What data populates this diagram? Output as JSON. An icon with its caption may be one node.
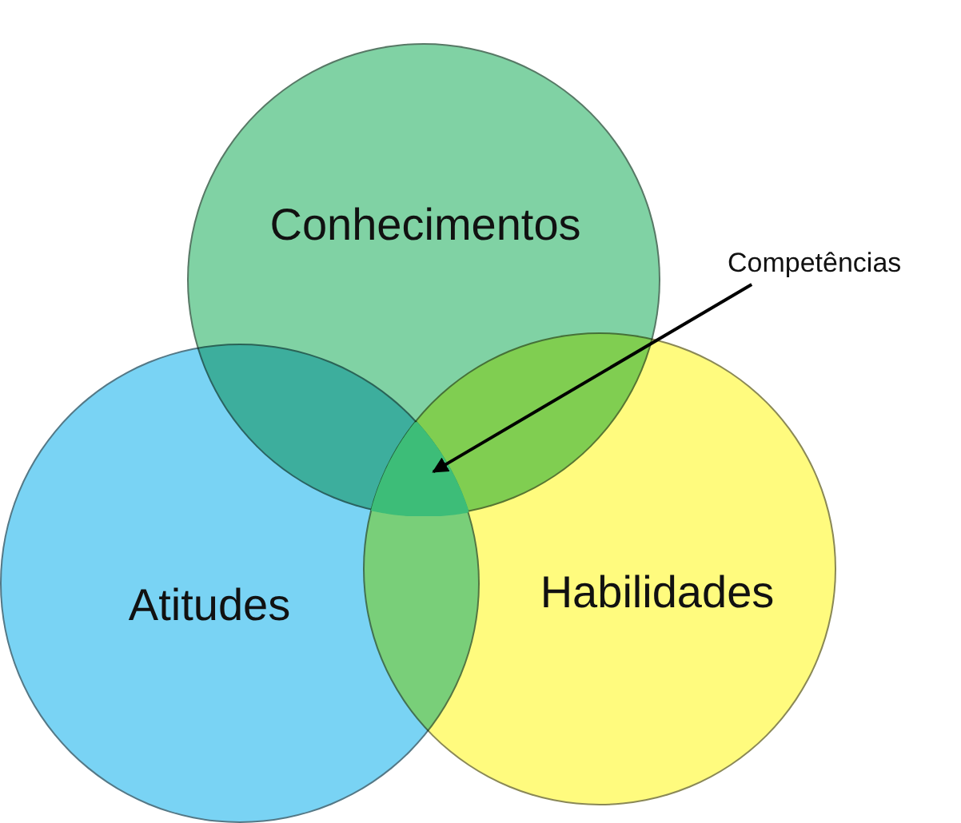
{
  "diagram": {
    "nodes": [
      {
        "text": [
          "Conhecimentos"
        ]
      },
      {
        "text": [
          "Atitudes"
        ]
      },
      {
        "text": [
          "Habilidades"
        ]
      },
      {
        "text": [
          "Competências"
        ]
      },
      {
        "text": [],
        "shape": "triangle"
      }
    ],
    "edges": [
      {
        "from": 3,
        "to": 4,
        "arrow": "to"
      }
    ]
  }
}
